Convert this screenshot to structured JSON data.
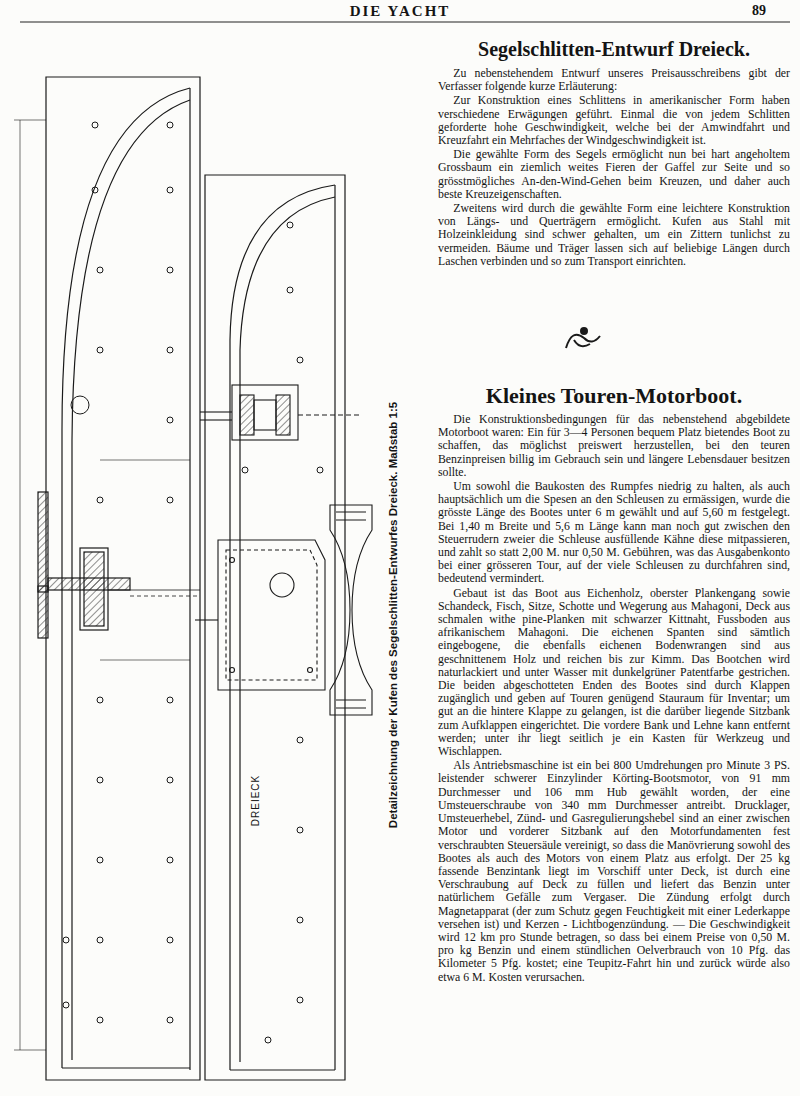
{
  "diagram": {
    "labels": [
      "DIE YACHT",
      "89",
      "Segelschlitten-Entwurf Dreieck.",
      "Zu nebenstehendem Entwurf unseres Preisausschreibens gibt der Verfasser folgende kurze Erläuterung:",
      "Zur Konstruktion eines Schlittens in amerikanischer Form haben verschiedene Erwägungen geführt. Einmal die von jedem Schlitten geforderte hohe Geschwindigkeit, welche bei der Amwindfahrt und Kreuzfahrt ein Mehrfaches der Windgeschwindigkeit ist.",
      "Die gewählte Form des Segels ermöglicht nun bei hart angeholtem Grossbaum ein ziemlich weites Fieren der Gaffel zur Seite und so grösstmögliches An-den-Wind-Gehen beim Kreuzen, und daher auch beste Kreuzeigenschaften.",
      "Zweitens wird durch die gewählte Form eine leichtere Konstruktion von Längs- und Querträgern ermöglicht. Kufen aus Stahl mit Holzeinkleidung sind schwer gehalten, um ein Zittern tunlichst zu vermeiden. Bäume und Träger lassen sich auf beliebige Längen durch Laschen verbinden und so zum Transport einrichten.",
      "Kleines Touren-Motorboot.",
      "Die Konstruktionsbedingungen für das nebenstehend abgebildete Motorboot waren: Ein für 3—4 Personen bequem Platz bietendes Boot zu schaffen, das möglichst preiswert herzustellen, bei den teuren Benzinpreisen billig im Gebrauch sein und längere Lebensdauer besitzen sollte.",
      "Um sowohl die Baukosten des Rumpfes niedrig zu halten, als auch hauptsächlich um die Spesen an den Schleusen zu ermässigen, wurde die grösste Länge des Bootes unter 6 m gewählt und auf 5,60 m festgelegt. Bei 1,40 m Breite und 5,6 m Länge kann man noch gut zwischen den Steuerrudern zweier die Schleuse ausfüllende Kähne diese mitpassieren, und zahlt so statt 2,00 M. nur 0,50 M. Gebühren, was das Ausgabenkonto bei einer grösseren Tour, auf der viele Schleusen zu durchfahren sind, bedeutend vermindert.",
      "Gebaut ist das Boot aus Eichenholz, oberster Plankengang sowie Schandeck, Fisch, Sitze, Schotte und Wegerung aus Mahagoni, Deck aus schmalen withe pine-Planken mit schwarzer Kittnaht, Fussboden aus afrikanischem Mahagoni. Die eichenen Spanten sind sämtlich eingebogene, die ebenfalls eichenen Bodenwrangen sind aus geschnittenem Holz und reichen bis zur Kimm. Das Bootchen wird naturlackiert und unter Wasser mit dunkelgrüner Patentfarbe gestrichen. Die beiden abgeschotteten Enden des Bootes sind durch Klappen zugänglich und geben auf Touren genügend Stauraum für Inventar; um gut an die hintere Klappe zu gelangen, ist die darüber liegende Sitzbank zum Aufklappen eingerichtet. Die vordere Bank und Lehne kann entfernt werden; unter ihr liegt seitlich je ein Kasten für Werkzeug und Wischlappen.",
      "Als Antriebsmaschine ist ein bei 800 Umdrehungen pro Minute 3 PS. leistender schwerer Einzylinder Körting-Bootsmotor, von 91 mm Durchmesser und 106 mm Hub gewählt worden, der eine Umsteuerschraube von 340 mm Durchmesser antreibt. Drucklager, Umsteuerhebel, Zünd- und Gasregulierungshebel sind an einer zwischen Motor und vorderer Sitzbank auf den Motorfundamenten fest verschraubten Steuersäule vereinigt, so dass die Manövrierung sowohl des Bootes als auch des Motors von einem Platz aus erfolgt. Der 25 kg fassende Benzintank liegt im Vorschiff unter Deck, ist durch eine Verschraubung auf Deck zu füllen und liefert das Benzin unter natürlichem Gefälle zum Vergaser. Die Zündung erfolgt durch Magnetapparat (der zum Schutz gegen Feuchtigkeit mit einer Lederkappe versehen ist) und Kerzen - Lichtbogenzündung. — Die Geschwindigkeit wird 12 km pro Stunde betragen, so dass bei einem Preise von 0,50 M. pro kg Benzin und einem stündlichen Oelverbrauch von 10 Pfg. das Kilometer 5 Pfg. kostet; eine Teupitz-Fahrt hin und zurück würde also etwa 6 M. Kosten verursachen.",
      "Detailzeichnung der Kufen des Segelschlitten-Entwurfes Dreieck. Maßstab 1:5",
      "DREIECK"
    ]
  }
}
